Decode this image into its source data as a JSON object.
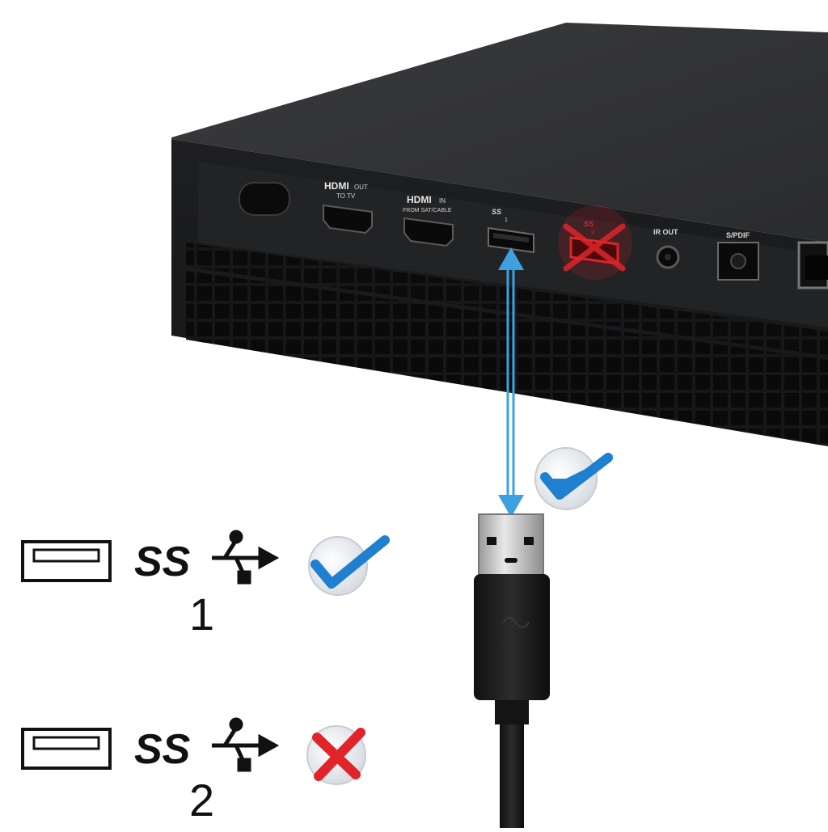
{
  "console": {
    "ports": {
      "hdmi_out": {
        "brand": "HDMI",
        "label_a": "OUT",
        "label_b": "TO TV"
      },
      "hdmi_in": {
        "brand": "HDMI",
        "label_a": "IN",
        "label_b": "FROM SAT/CABLE"
      },
      "usb_1": {
        "symbol": "SS",
        "number": "1",
        "status": "compatible"
      },
      "usb_2": {
        "symbol": "SS",
        "number": "2",
        "status": "incompatible"
      },
      "ir_out": {
        "label": "IR OUT"
      },
      "spdif": {
        "label": "S/PDIF"
      }
    }
  },
  "legend": [
    {
      "symbol": "SS",
      "number": "1",
      "status": "compatible",
      "mark_icon": "check-icon"
    },
    {
      "symbol": "SS",
      "number": "2",
      "status": "incompatible",
      "mark_icon": "cross-icon"
    }
  ],
  "colors": {
    "arrow": "#3fa0e0",
    "check": "#1f7fd0",
    "cross": "#e0242a",
    "console": "#1c1c1e"
  }
}
